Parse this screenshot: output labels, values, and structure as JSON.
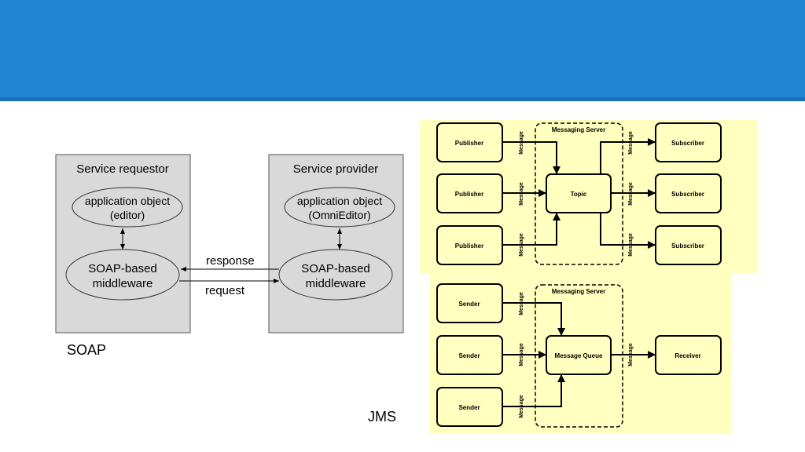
{
  "colors": {
    "header": "#2185d5",
    "header_rule": "#1a6eb5",
    "soap_box_fill": "#d9d9d9",
    "jms_background": "#ffffc0",
    "jms_node_fill": "#ffffc0"
  },
  "soap": {
    "caption": "SOAP",
    "requestor": {
      "title": "Service requestor",
      "app_line1": "application object",
      "app_line2": "(editor)",
      "mw_line1": "SOAP-based",
      "mw_line2": "middleware"
    },
    "provider": {
      "title": "Service provider",
      "app_line1": "application object",
      "app_line2": "(OmniEditor)",
      "mw_line1": "SOAP-based",
      "mw_line2": "middleware"
    },
    "response_label": "response",
    "request_label": "request"
  },
  "jms": {
    "caption": "JMS",
    "pubsub": {
      "server_label": "Messaging Server",
      "publishers": [
        "Publisher",
        "Publisher",
        "Publisher"
      ],
      "topic": "Topic",
      "subscribers": [
        "Subscriber",
        "Subscriber",
        "Subscriber"
      ],
      "message_label": "Message"
    },
    "ptp": {
      "server_label": "Messaging Server",
      "senders": [
        "Sender",
        "Sender",
        "Sender"
      ],
      "queue": "Message Queue",
      "receiver": "Receiver",
      "message_label": "Message"
    }
  }
}
